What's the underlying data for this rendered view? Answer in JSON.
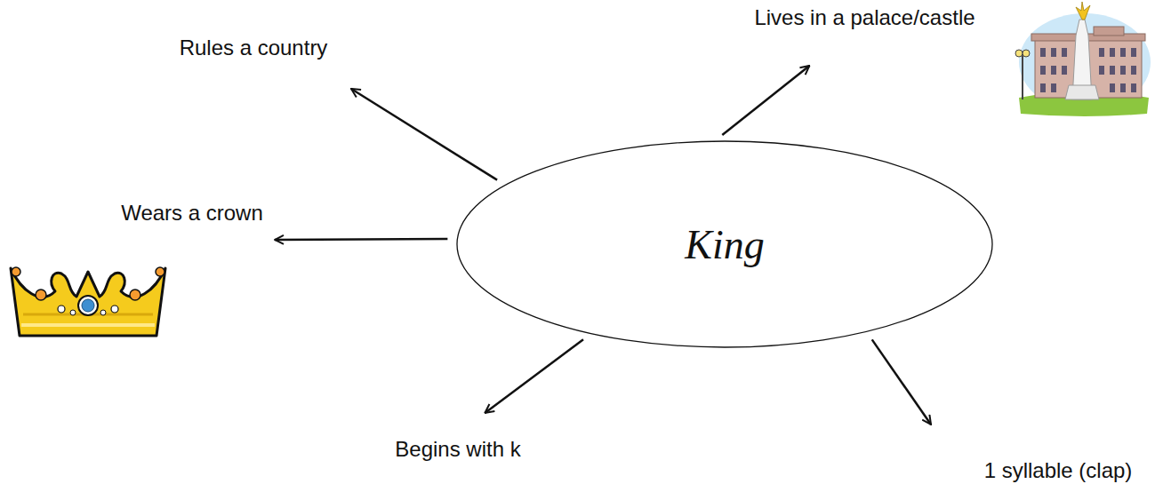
{
  "diagram": {
    "nodes": [
      {
        "text": [
          "King"
        ]
      },
      {
        "text": [
          "Rules a country"
        ]
      },
      {
        "text": [
          "Lives in a palace/castle"
        ]
      },
      {
        "text": [
          "Wears a crown"
        ]
      },
      {
        "text": [
          "Begins with k"
        ]
      },
      {
        "text": [
          "1 syllable (clap)"
        ]
      }
    ],
    "edges": [
      {
        "from": 0,
        "to": 1,
        "arrow": "to"
      },
      {
        "from": 0,
        "to": 2,
        "arrow": "to"
      },
      {
        "from": 0,
        "to": 3,
        "arrow": "to"
      },
      {
        "from": 0,
        "to": 4,
        "arrow": "to"
      },
      {
        "from": 0,
        "to": 5,
        "arrow": "to"
      }
    ]
  }
}
